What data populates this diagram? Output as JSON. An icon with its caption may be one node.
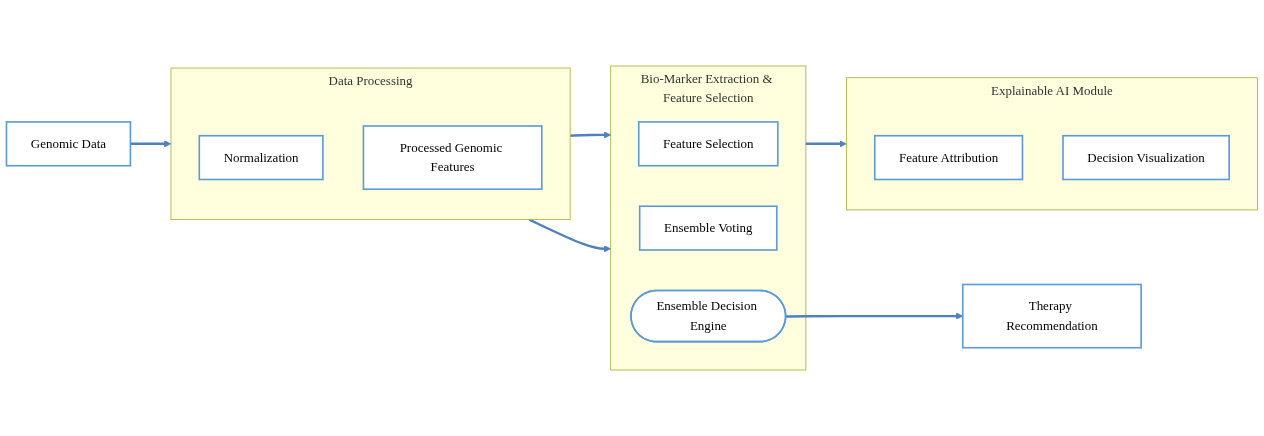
{
  "diagram": {
    "nodes": [
      {
        "text": [
          "Genomic Data"
        ]
      },
      {
        "text": [
          "Data Processing"
        ]
      },
      {
        "text": [
          "Normalization"
        ],
        "in": 1
      },
      {
        "text": [
          "Processed Genomic Features"
        ],
        "in": 1
      },
      {
        "text": [
          "Bio-Marker Extraction & Feature Selection"
        ]
      },
      {
        "text": [
          "Feature Selection"
        ],
        "in": 4
      },
      {
        "text": [
          "Ensemble Voting"
        ],
        "in": 4
      },
      {
        "text": [
          "Ensemble Decision Engine"
        ],
        "in": 4
      },
      {
        "text": [
          "Explainable AI Module"
        ]
      },
      {
        "text": [
          "Feature Attribution"
        ],
        "in": 8
      },
      {
        "text": [
          "Decision Visualization"
        ],
        "in": 8
      },
      {
        "text": [
          "Therapy Recommendation"
        ]
      }
    ],
    "edges": [
      {
        "from": 0,
        "to": 1,
        "arrow": "to"
      },
      {
        "from": 1,
        "to": 4,
        "arrow": "to"
      },
      {
        "from": 1,
        "to": 4,
        "arrow": "to"
      },
      {
        "from": 4,
        "to": 8,
        "arrow": "to"
      },
      {
        "from": 7,
        "to": 11,
        "arrow": "to"
      }
    ]
  }
}
